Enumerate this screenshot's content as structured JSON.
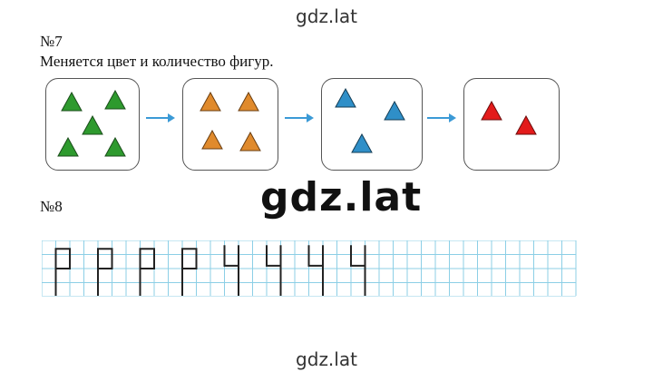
{
  "watermark": "gdz.lat",
  "task7": {
    "number": "№7",
    "description": "Меняется цвет и количество фигур."
  },
  "task8": {
    "number": "№8"
  },
  "colors": {
    "green": "#2e9a2e",
    "orange": "#e08a2c",
    "blue": "#2f8fc8",
    "red": "#e31b1b",
    "arrow": "#3b9ad6",
    "grid": "#8ccfe6"
  },
  "boxes": [
    {
      "color": "green",
      "count": 5
    },
    {
      "color": "orange",
      "count": 4
    },
    {
      "color": "blue",
      "count": 3
    },
    {
      "color": "red",
      "count": 2
    }
  ],
  "pattern_cells": {
    "letters": [
      "Р",
      "Р",
      "Р",
      "Р",
      "Ч",
      "Ч",
      "Ч",
      "Ч"
    ]
  }
}
